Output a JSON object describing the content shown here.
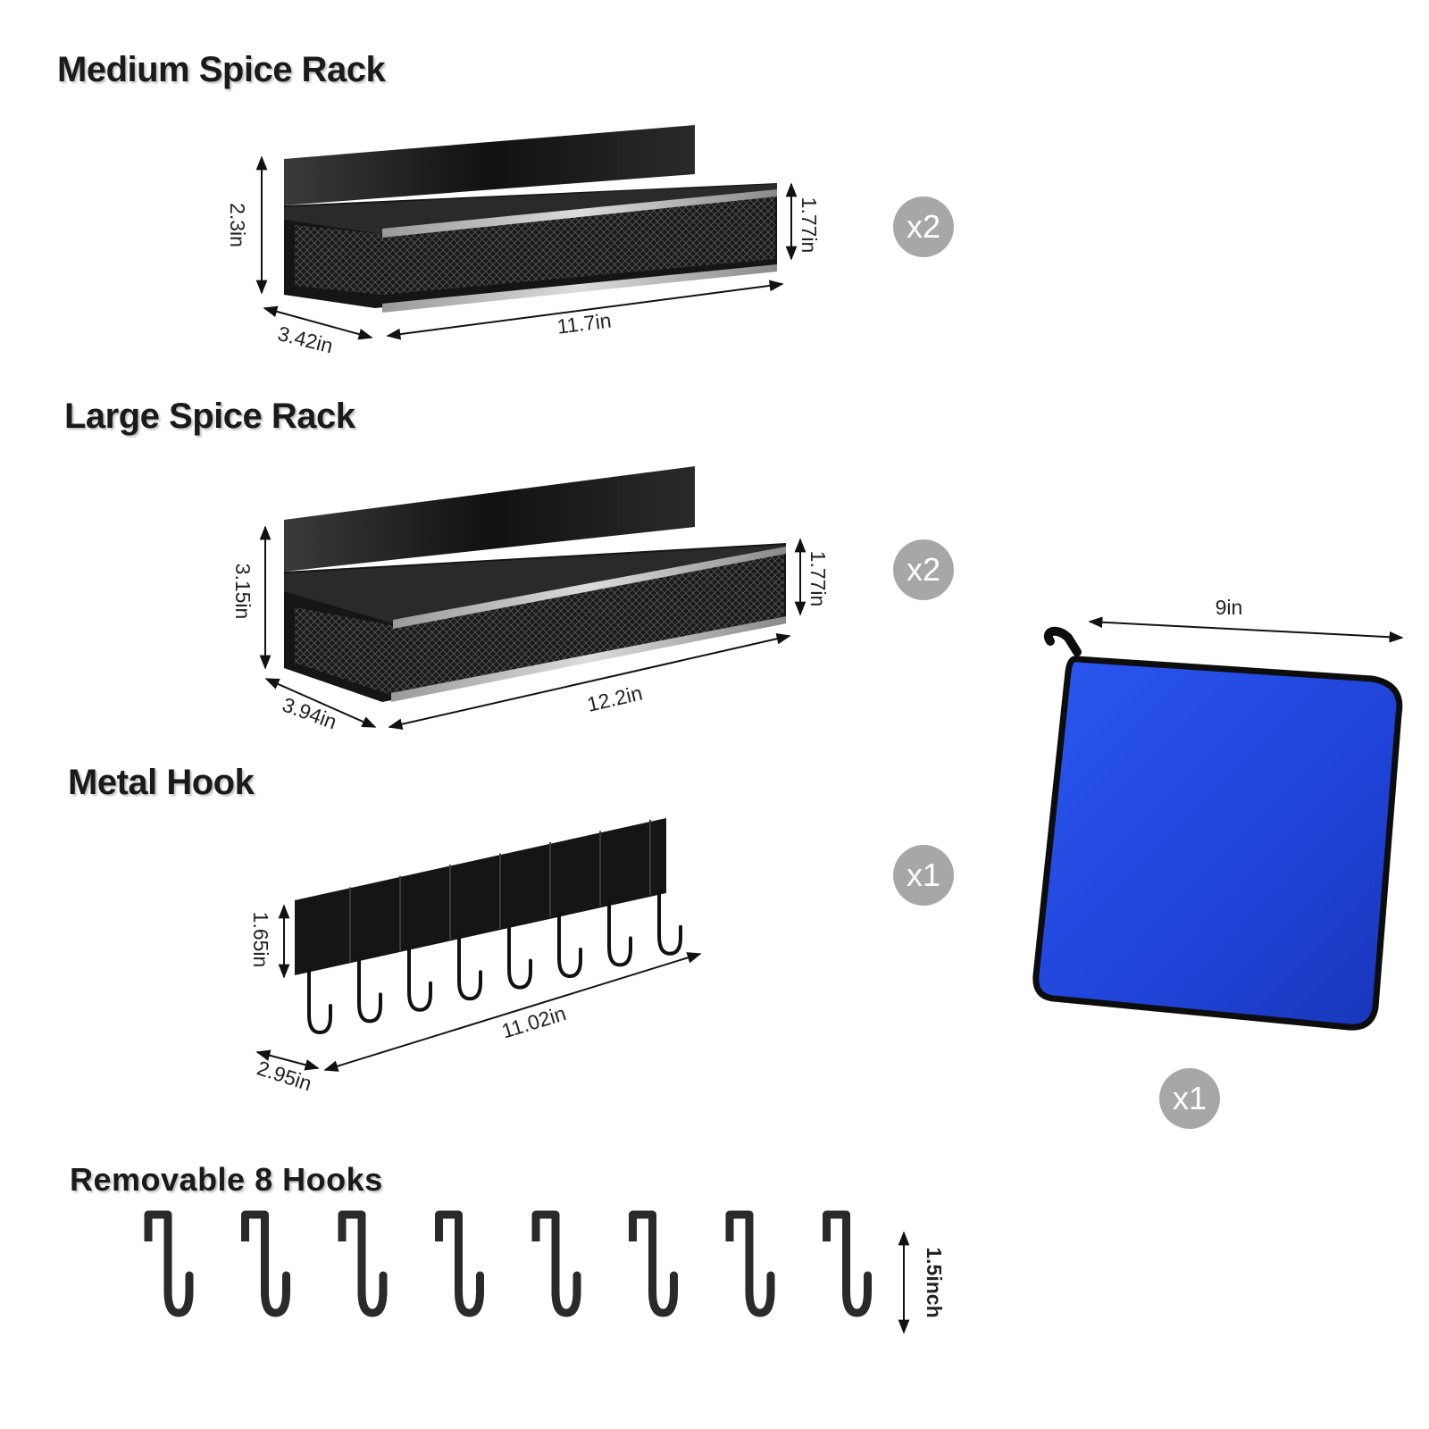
{
  "sections": {
    "medium": {
      "title": "Medium Spice Rack",
      "quantity": "x2",
      "dims": {
        "height": "2.3in",
        "depth": "3.42in",
        "length": "11.7in",
        "basket_height": "1.77in"
      }
    },
    "large": {
      "title": "Large Spice Rack",
      "quantity": "x2",
      "dims": {
        "height": "3.15in",
        "depth": "3.94in",
        "length": "12.2in",
        "basket_height": "1.77in"
      }
    },
    "metal_hook": {
      "title": "Metal Hook",
      "quantity": "x1",
      "dims": {
        "height": "1.65in",
        "depth": "2.95in",
        "length": "11.02in"
      }
    },
    "removable_hooks": {
      "title": "Removable 8 Hooks",
      "height": "1.5inch"
    },
    "towel": {
      "width": "9in",
      "quantity": "x1"
    }
  },
  "colors": {
    "rack": "#1b1b1b",
    "badge": "#a7a7a7",
    "towel": "#1f3fd6",
    "towel_edge": "#0d0d0d"
  }
}
